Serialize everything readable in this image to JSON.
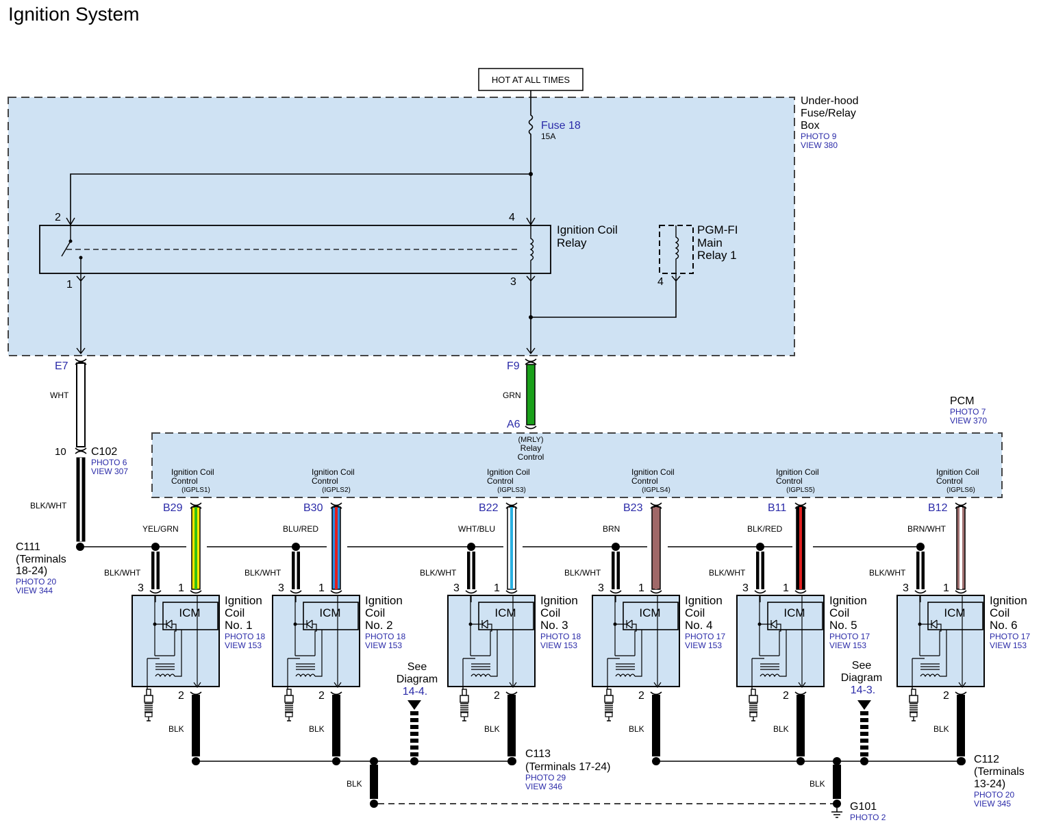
{
  "title": "Ignition System",
  "hot_label": "HOT AT ALL TIMES",
  "fusebox": {
    "name1": "Under-hood",
    "name2": "Fuse/Relay",
    "name3": "Box",
    "photo": "PHOTO 9",
    "view": "VIEW 380"
  },
  "fuse": {
    "name": "Fuse 18",
    "rating": "15A"
  },
  "ig_relay": {
    "name1": "Ignition Coil",
    "name2": "Relay",
    "pin2": "2",
    "pin4": "4",
    "pin1": "1",
    "pin3": "3"
  },
  "pgm_relay": {
    "name1": "PGM-FI",
    "name2": "Main",
    "name3": "Relay 1",
    "pin4": "4"
  },
  "e7": {
    "code": "E7",
    "wire": "WHT"
  },
  "f9": {
    "code": "F9",
    "wire": "GRN"
  },
  "a6": {
    "code": "A6",
    "sub1": "(MRLY)",
    "sub2": "Relay",
    "sub3": "Control"
  },
  "c102": {
    "pin": "10",
    "name": "C102",
    "photo": "PHOTO 6",
    "view": "VIEW 307",
    "wire": "BLK/WHT"
  },
  "c111": {
    "name1": "C111",
    "name2": "(Terminals",
    "name3": "18-24)",
    "photo": "PHOTO 20",
    "view": "VIEW 344"
  },
  "pcm": {
    "name": "PCM",
    "photo": "PHOTO 7",
    "view": "VIEW 370"
  },
  "pcm_ctrl1": "Ignition Coil",
  "pcm_ctrl2": "Control",
  "coil_pin3": "3",
  "coil_pin1": "1",
  "coil_pin2": "2",
  "coil_ground_wire": "BLK/WHT",
  "coil_out_wire": "BLK",
  "icm_label": "ICM",
  "coil_name1": "Ignition",
  "coil_name2": "Coil",
  "coils": [
    {
      "term": "B29",
      "igpls": "(IGPLS1)",
      "wire": "YEL/GRN",
      "no": "No. 1",
      "photo": "PHOTO 18",
      "view": "VIEW 153",
      "colors": [
        "#ffe600",
        "#35c010"
      ]
    },
    {
      "term": "B30",
      "igpls": "(IGPLS2)",
      "wire": "BLU/RED",
      "no": "No. 2",
      "photo": "PHOTO 18",
      "view": "VIEW 153",
      "colors": [
        "#2a8ee0",
        "#e02020"
      ]
    },
    {
      "term": "B22",
      "igpls": "(IGPLS3)",
      "wire": "WHT/BLU",
      "no": "No. 3",
      "photo": "PHOTO 18",
      "view": "VIEW 153",
      "colors": [
        "#ffffff",
        "#2ab0e0"
      ]
    },
    {
      "term": "B23",
      "igpls": "(IGPLS4)",
      "wire": "BRN",
      "no": "No. 4",
      "photo": "PHOTO 17",
      "view": "VIEW 153",
      "colors": [
        "#a06868",
        "#a06868"
      ]
    },
    {
      "term": "B11",
      "igpls": "(IGPLS5)",
      "wire": "BLK/RED",
      "no": "No. 5",
      "photo": "PHOTO 17",
      "view": "VIEW 153",
      "colors": [
        "#000000",
        "#e02020"
      ]
    },
    {
      "term": "B12",
      "igpls": "(IGPLS6)",
      "wire": "BRN/WHT",
      "no": "No. 6",
      "photo": "PHOTO 17",
      "view": "VIEW 153",
      "colors": [
        "#a07070",
        "#ffffff"
      ]
    }
  ],
  "see_left": {
    "l1": "See",
    "l2": "Diagram",
    "ref": "14-4."
  },
  "see_right": {
    "l1": "See",
    "l2": "Diagram",
    "ref": "14-3."
  },
  "c113": {
    "name1": "C113",
    "name2": "(Terminals 17-24)",
    "photo": "PHOTO 29",
    "view": "VIEW 346"
  },
  "c112": {
    "name1": "C112",
    "name2": "(Terminals",
    "name3": "13-24)",
    "photo": "PHOTO 20",
    "view": "VIEW 345"
  },
  "g101": {
    "name": "G101",
    "photo": "PHOTO 2"
  },
  "ground_wire": "BLK",
  "colors": {
    "box_fill": "#cfe2f3",
    "reference_blue": "#2a2aa8",
    "grn_wire": "#1aa01a"
  }
}
